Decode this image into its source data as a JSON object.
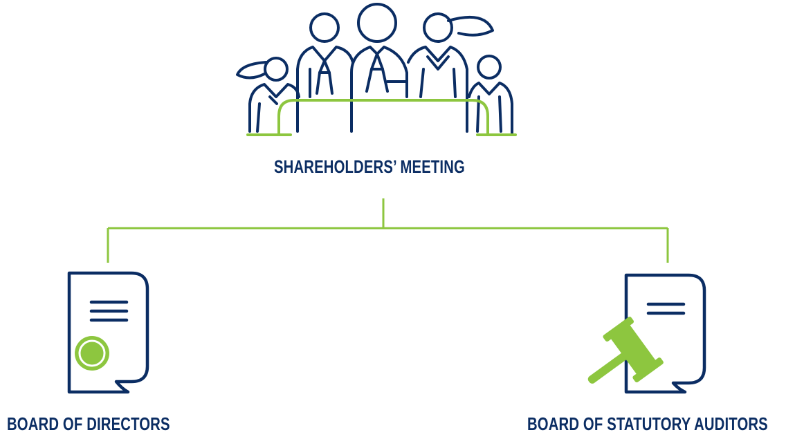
{
  "diagram": {
    "top_node": {
      "label": "SHAREHOLDERS’ MEETING",
      "icon": "people-group-at-table-icon"
    },
    "children": [
      {
        "label": "BOARD OF DIRECTORS",
        "icon": "document-with-seal-icon"
      },
      {
        "label": "BOARD OF STATUTORY AUDITORS",
        "icon": "document-with-gavel-icon"
      }
    ]
  },
  "colors": {
    "primary": "#0b2d63",
    "accent": "#8dc63f",
    "background": "#ffffff"
  }
}
